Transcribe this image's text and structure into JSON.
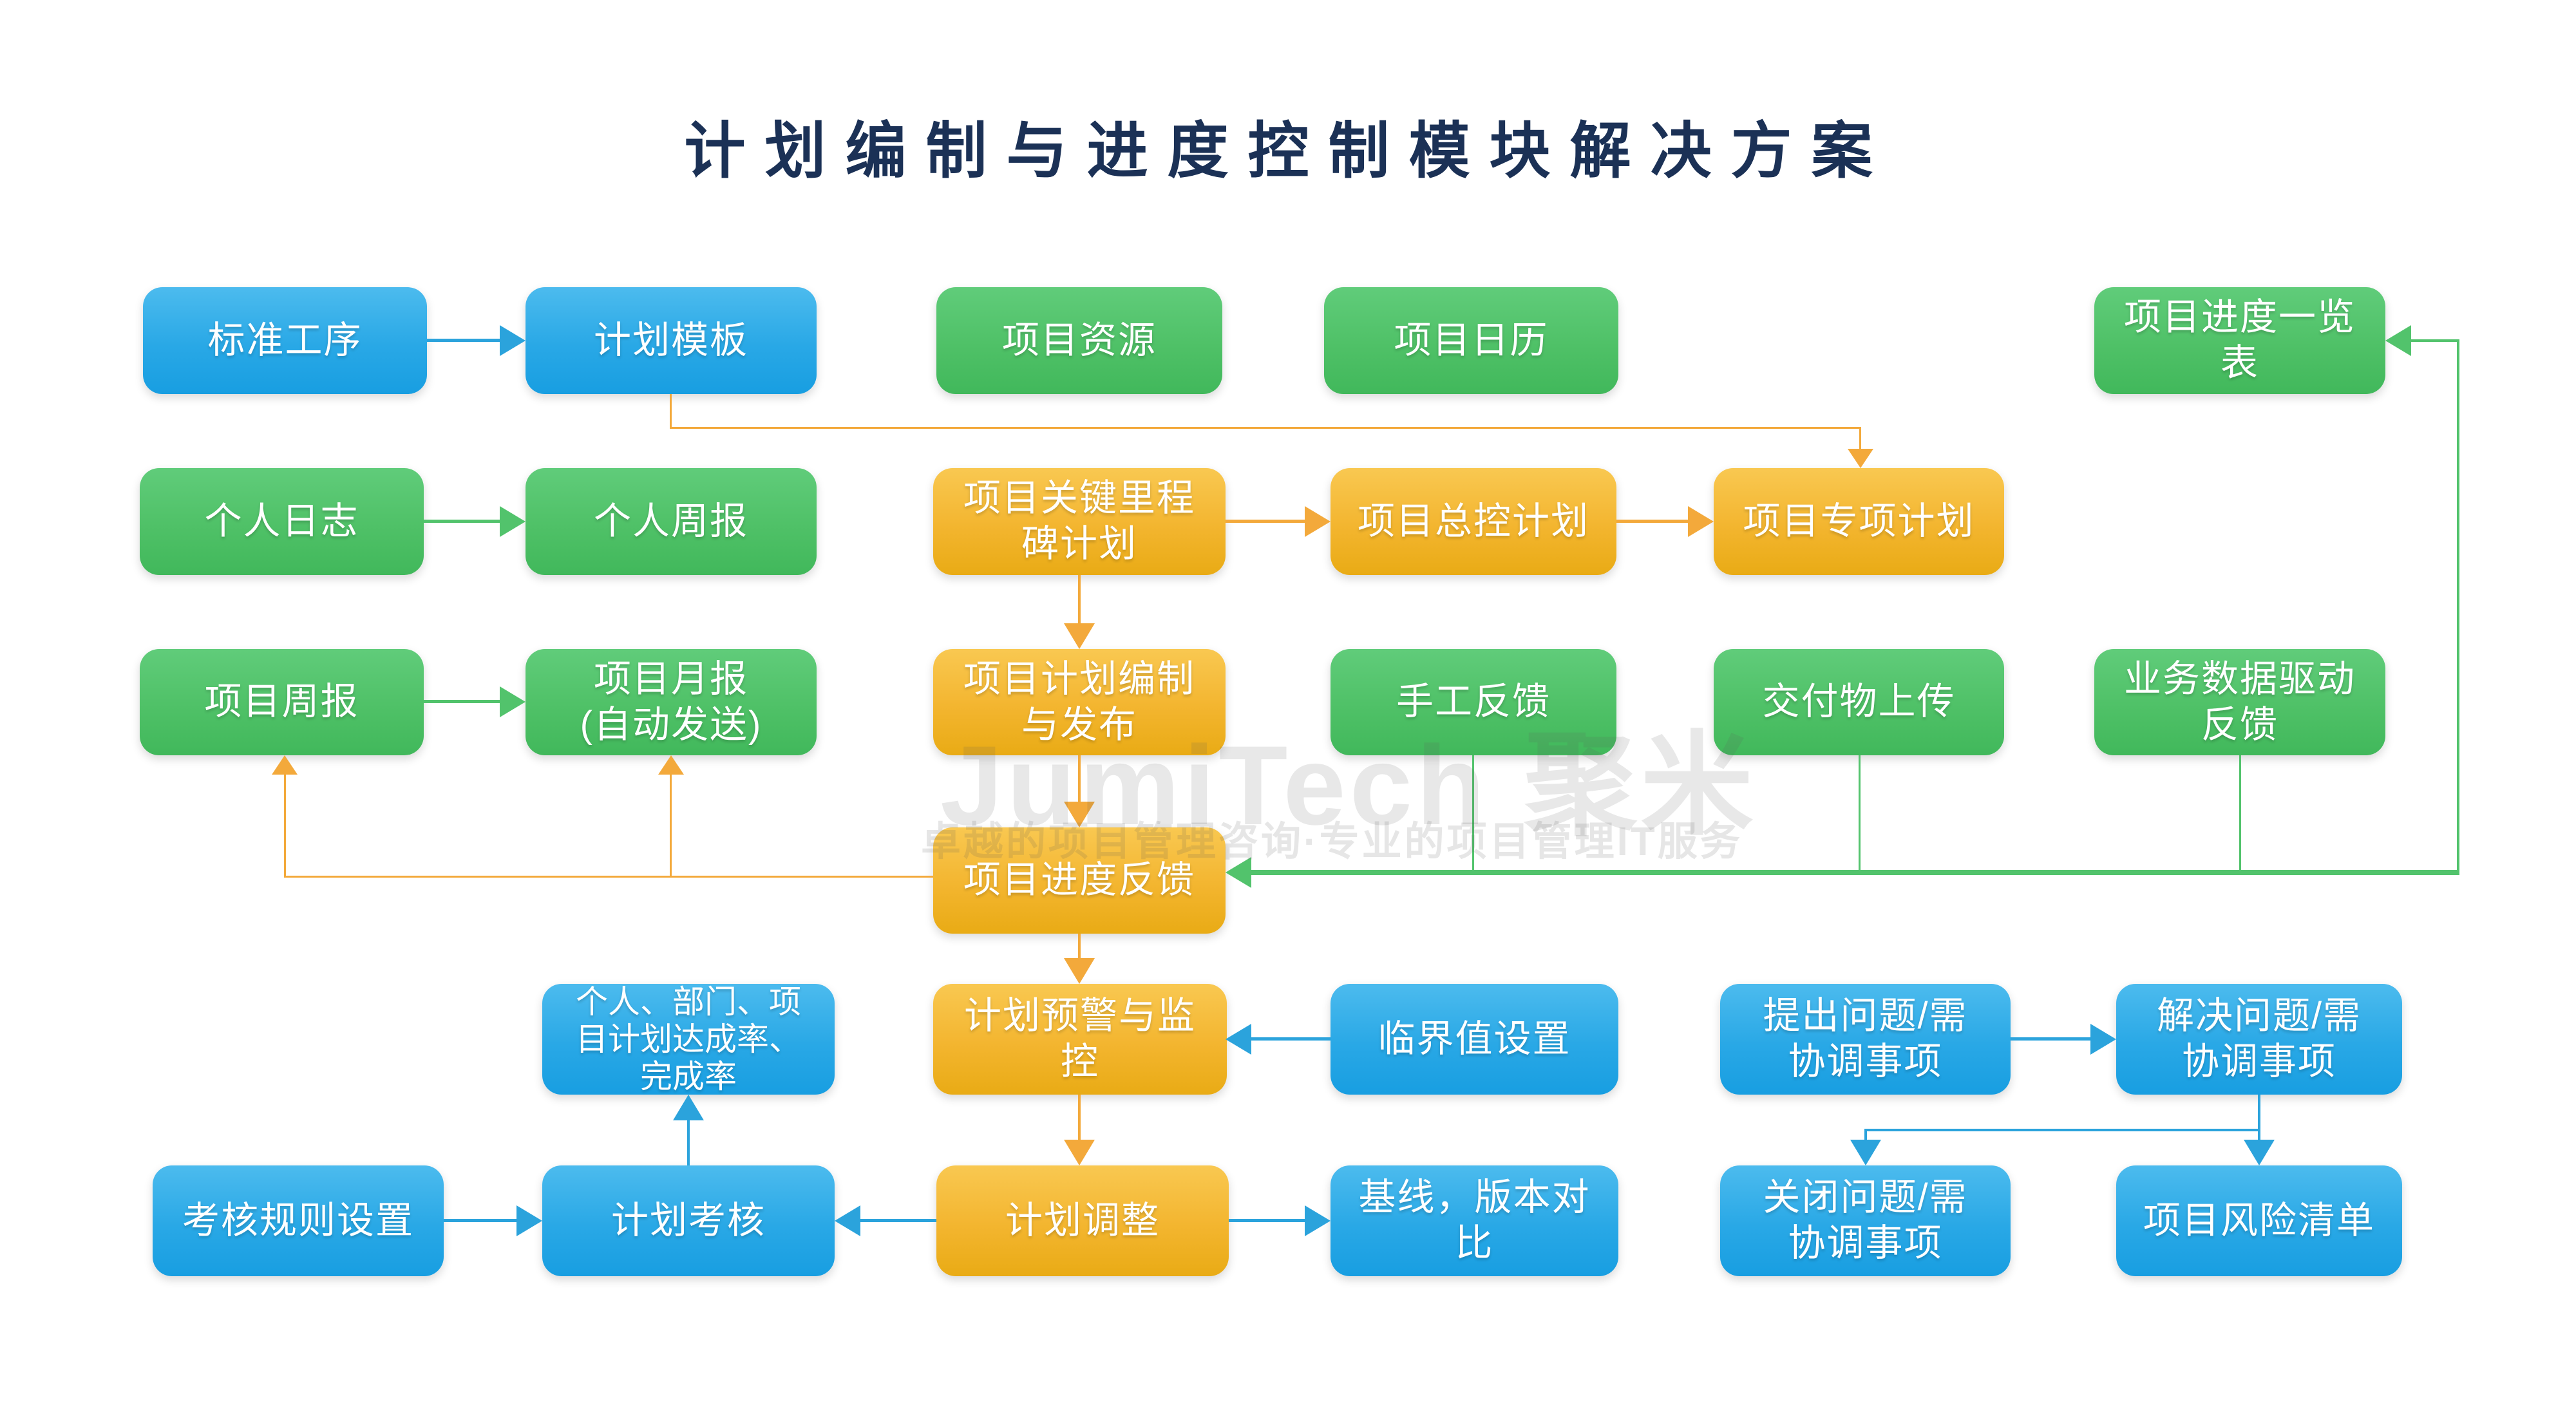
{
  "title": "计划编制与进度控制模块解决方案",
  "watermark": {
    "brand": "JumiTech 聚米",
    "tagline": "卓越的项目管理咨询·专业的项目管理IT服务"
  },
  "palette": {
    "node_blue": "#29a8e6",
    "node_green": "#4fc167",
    "node_orange": "#f3b52f",
    "title_navy": "#1b3156",
    "connector_blue": "#2ba3dc",
    "connector_green": "#52c36c",
    "connector_orange": "#f3a93b"
  },
  "nodes": {
    "standard_process": {
      "label": "标准工序",
      "color": "blue"
    },
    "plan_template": {
      "label": "计划模板",
      "color": "blue"
    },
    "project_resource": {
      "label": "项目资源",
      "color": "green"
    },
    "project_calendar": {
      "label": "项目日历",
      "color": "green"
    },
    "progress_overview": {
      "label": "项目进度一览\n表",
      "color": "green"
    },
    "personal_log": {
      "label": "个人日志",
      "color": "green"
    },
    "personal_weekly": {
      "label": "个人周报",
      "color": "green"
    },
    "milestone_plan": {
      "label": "项目关键里程\n碑计划",
      "color": "orange"
    },
    "master_plan": {
      "label": "项目总控计划",
      "color": "orange"
    },
    "special_plan": {
      "label": "项目专项计划",
      "color": "orange"
    },
    "project_weekly": {
      "label": "项目周报",
      "color": "green"
    },
    "project_monthly": {
      "label": "项目月报\n(自动发送)",
      "color": "green"
    },
    "plan_compile_publish": {
      "label": "项目计划编制\n与发布",
      "color": "orange"
    },
    "manual_feedback": {
      "label": "手工反馈",
      "color": "green"
    },
    "deliverable_upload": {
      "label": "交付物上传",
      "color": "green"
    },
    "biz_data_feedback": {
      "label": "业务数据驱动\n反馈",
      "color": "green"
    },
    "progress_feedback": {
      "label": "项目进度反馈",
      "color": "orange"
    },
    "achievement_rate": {
      "label": "个人、部门、项\n目计划达成率、\n完成率",
      "color": "blue"
    },
    "warning_monitor": {
      "label": "计划预警与监\n控",
      "color": "orange"
    },
    "threshold_setting": {
      "label": "临界值设置",
      "color": "blue"
    },
    "raise_issue": {
      "label": "提出问题/需\n协调事项",
      "color": "blue"
    },
    "solve_issue": {
      "label": "解决问题/需\n协调事项",
      "color": "blue"
    },
    "assessment_rules": {
      "label": "考核规则设置",
      "color": "blue"
    },
    "plan_assessment": {
      "label": "计划考核",
      "color": "blue"
    },
    "plan_adjustment": {
      "label": "计划调整",
      "color": "orange"
    },
    "baseline_compare": {
      "label": "基线，版本对\n比",
      "color": "blue"
    },
    "close_issue": {
      "label": "关闭问题/需\n协调事项",
      "color": "blue"
    },
    "risk_list": {
      "label": "项目风险清单",
      "color": "blue"
    }
  }
}
